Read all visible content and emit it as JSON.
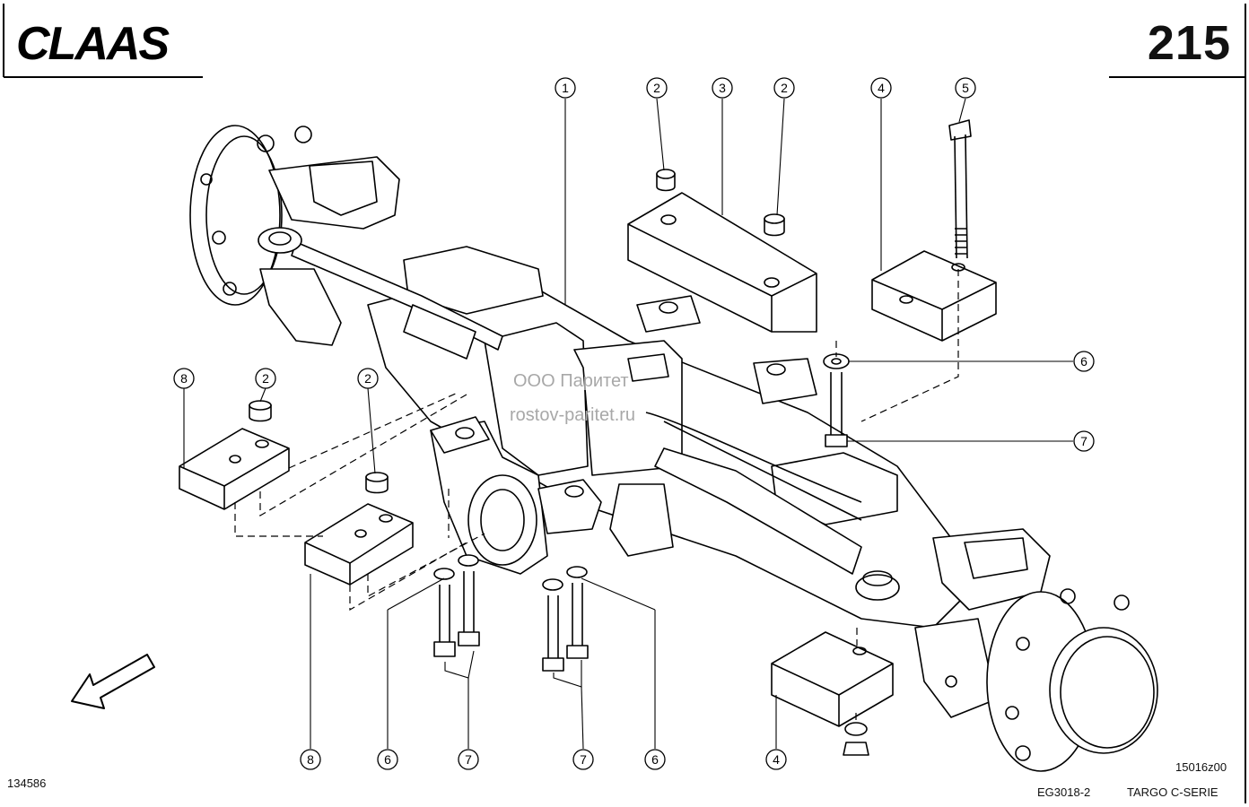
{
  "header": {
    "brand": "CLAAS",
    "page_number": "215"
  },
  "footer": {
    "drawing_number": "134586",
    "reference": "15016z00",
    "group_code": "EG3018-2",
    "series": "TARGO C-SERIE"
  },
  "watermark": {
    "line1": "ООО Паритет",
    "line2": "rostov-paritet.ru"
  },
  "callouts": [
    "1",
    "2",
    "3",
    "2",
    "4",
    "5",
    "6",
    "7",
    "8",
    "2",
    "2",
    "8",
    "6",
    "7",
    "7",
    "6",
    "4"
  ]
}
